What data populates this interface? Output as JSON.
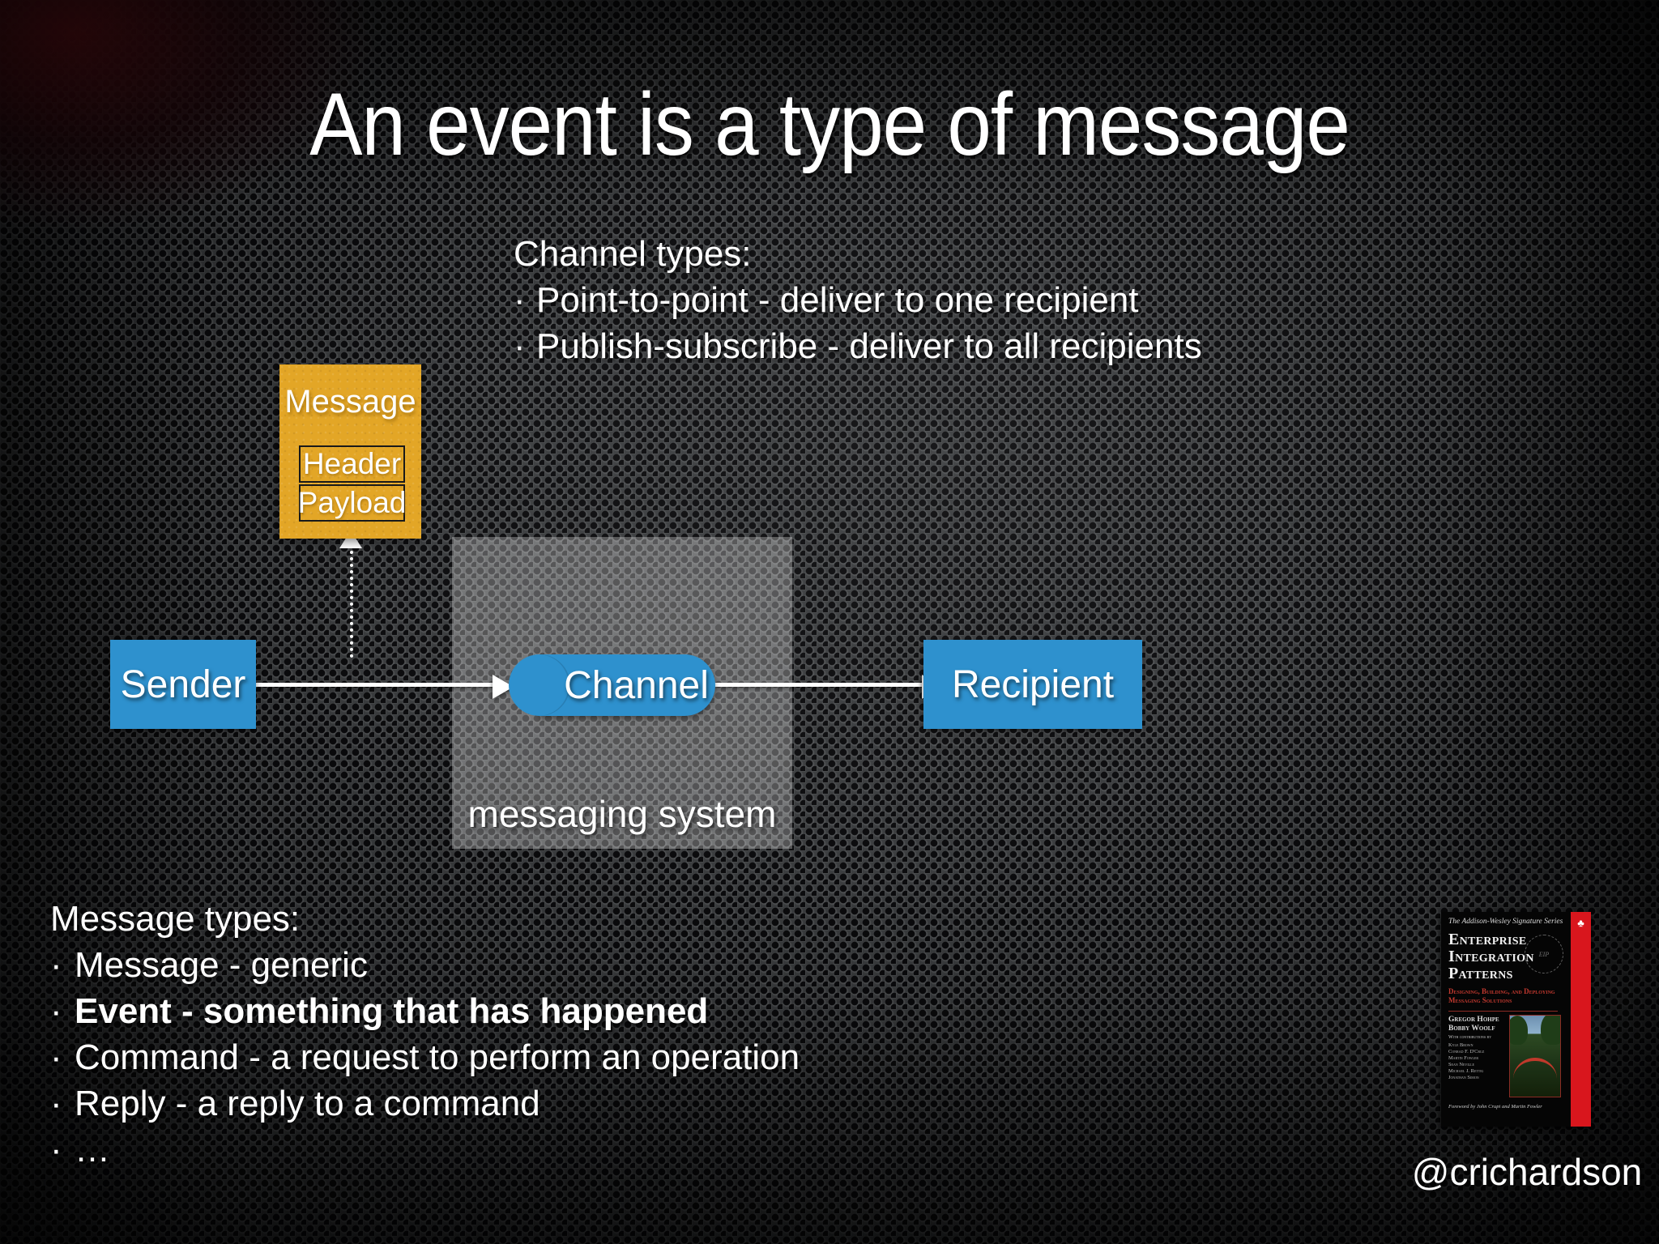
{
  "slide": {
    "title": "An event is a type of message",
    "handle": "@crichardson"
  },
  "channel_types": {
    "heading": "Channel types:",
    "bullet": "·",
    "items": [
      "Point-to-point  - deliver to one recipient",
      "Publish-subscribe - deliver to all recipients"
    ]
  },
  "message_types": {
    "heading": "Message types:",
    "bullet": "·",
    "items": [
      {
        "text": "Message - generic",
        "bold": false
      },
      {
        "text": "Event - something that has happened",
        "bold": true
      },
      {
        "text": "Command - a request to perform an operation",
        "bold": false
      },
      {
        "text": "Reply - a reply to a command",
        "bold": false
      },
      {
        "text": "…",
        "bold": false
      }
    ]
  },
  "diagram": {
    "sender_label": "Sender",
    "recipient_label": "Recipient",
    "channel_label": "Channel",
    "messaging_system_label": "messaging system",
    "message": {
      "title": "Message",
      "header": "Header",
      "payload": "Payload"
    },
    "colors": {
      "node_blue": "#2e91ce",
      "message_gold": "#e3a626",
      "system_panel": "rgba(235,235,235,0.32)",
      "arrow_white": "#ffffff",
      "text_white": "#ffffff"
    }
  },
  "book": {
    "series": "The Addison-Wesley Signature Series",
    "title": "Enterprise Integration Patterns",
    "subtitle": "Designing, Building, and Deploying Messaging Solutions",
    "authors": "Gregor Hohpe\nBobby Woolf",
    "contributors_label": "With contributions by",
    "contributors": "Kyle Brown\nConrad F. D'Cruz\nMartin Fowler\nSean Neville\nMichael J. Rettig\nJonathan Simon",
    "foreword": "Foreword by John Crupi and Martin Fowler",
    "spine_color": "#d9161d",
    "spine_logo": "♣"
  }
}
